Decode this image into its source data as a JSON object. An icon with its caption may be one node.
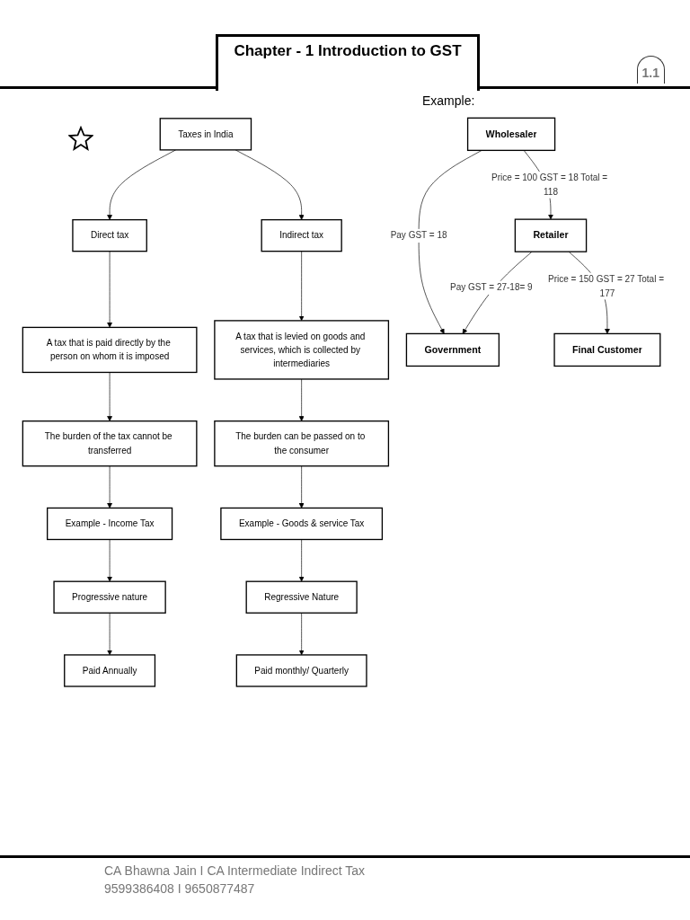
{
  "diagram": {
    "title": "Chapter - 1 Introduction to GST",
    "nodes": [
      {
        "text": [
          "Taxes in India"
        ]
      },
      {
        "text": [
          "Direct tax"
        ]
      },
      {
        "text": [
          "A tax that is paid directly by the person on whom it is imposed"
        ]
      },
      {
        "text": [
          "The burden of the tax cannot be transferred"
        ]
      },
      {
        "text": [
          "Example - Income Tax"
        ]
      },
      {
        "text": [
          "Progressive nature"
        ]
      },
      {
        "text": [
          "Paid Annually"
        ]
      },
      {
        "text": [
          "Indirect tax"
        ]
      },
      {
        "text": [
          "A tax that is levied on goods and services, which is collected by intermediaries"
        ]
      },
      {
        "text": [
          "The burden can be passed on to the consumer"
        ]
      },
      {
        "text": [
          "Example - Goods & service Tax"
        ]
      },
      {
        "text": [
          "Regressive Nature"
        ]
      },
      {
        "text": [
          "Paid monthly/ Quarterly"
        ]
      },
      {
        "text": [
          "Government"
        ]
      },
      {
        "text": [
          "Wholesaler"
        ]
      },
      {
        "text": [
          "Retailer"
        ]
      },
      {
        "text": [
          "Final Customer"
        ]
      }
    ],
    "edges": [
      {
        "from": 0,
        "to": 1,
        "arrow": "to"
      },
      {
        "from": 0,
        "to": 7,
        "arrow": "to"
      },
      {
        "from": 1,
        "to": 2,
        "arrow": "to"
      },
      {
        "from": 2,
        "to": 3,
        "arrow": "to"
      },
      {
        "from": 3,
        "to": 4,
        "arrow": "to"
      },
      {
        "from": 4,
        "to": 5,
        "arrow": "to"
      },
      {
        "from": 5,
        "to": 6,
        "arrow": "to"
      },
      {
        "from": 7,
        "to": 8,
        "arrow": "to"
      },
      {
        "from": 8,
        "to": 9,
        "arrow": "to"
      },
      {
        "from": 9,
        "to": 10,
        "arrow": "to"
      },
      {
        "from": 10,
        "to": 11,
        "arrow": "to"
      },
      {
        "from": 11,
        "to": 12,
        "arrow": "to"
      },
      {
        "from": 14,
        "to": 13,
        "arrow": "to",
        "label": "Pay GST = 18"
      },
      {
        "from": 15,
        "to": 13,
        "arrow": "to",
        "label": "Pay GST = 27-18= 9"
      },
      {
        "from": 14,
        "to": 15,
        "arrow": "to",
        "label": "Price = 100 GST = 18 Total = 118"
      },
      {
        "from": 15,
        "to": 16,
        "arrow": "to",
        "label": "Price = 150 GST = 27 Total = 177"
      }
    ],
    "labels": [
      "1.1",
      "Example:",
      "CA Bhawna Jain I CA Intermediate Indirect Tax",
      "9599386408 I 9650877487"
    ]
  }
}
